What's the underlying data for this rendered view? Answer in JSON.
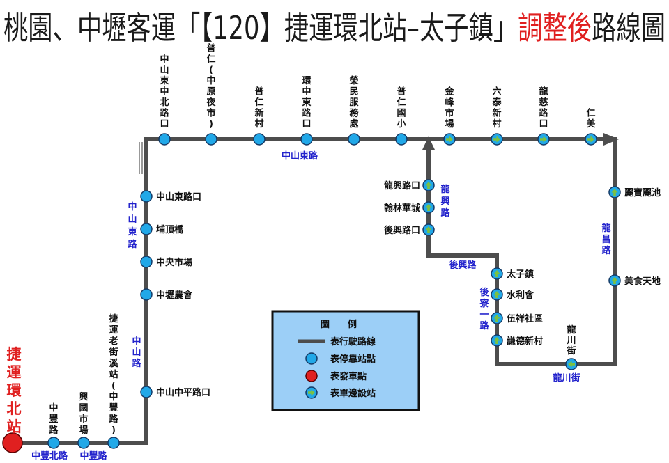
{
  "title": {
    "main": "桃園、中壢客運「【120】捷運環北站–太子鎮」",
    "highlight": "調整後",
    "tail": "路線圖"
  },
  "colors": {
    "route": "#4d4d4d",
    "stop": "#21a8e8",
    "terminal": "#e02020",
    "one_way_arrow": "#7cc142",
    "road_text": "#2222cc",
    "legend_bg": "#9ccff7",
    "title_highlight": "#e02020"
  },
  "terminal": {
    "label": "捷運環北站"
  },
  "stops_bottom": [
    {
      "label": "中豐路"
    },
    {
      "label": "興國市場"
    },
    {
      "label": "捷運老街溪站(中豐路)",
      "red": true
    }
  ],
  "stops_left": [
    {
      "label": "中山中平路口"
    },
    {
      "label": "中壢農會"
    },
    {
      "label": "中央市場"
    },
    {
      "label": "埔頂橋"
    },
    {
      "label": "中山東路口"
    }
  ],
  "stops_top": [
    {
      "label": "中山東中北路口",
      "type": "stop"
    },
    {
      "label": "普仁(中原夜市)",
      "type": "stop"
    },
    {
      "label": "普仁新村",
      "type": "stop"
    },
    {
      "label": "環中東路口",
      "type": "stop"
    },
    {
      "label": "榮民服務處",
      "type": "stop"
    },
    {
      "label": "普仁國小",
      "type": "stop"
    },
    {
      "label": "金峰市場",
      "type": "oneway"
    },
    {
      "label": "六泰新村",
      "type": "oneway"
    },
    {
      "label": "龍慈路口",
      "type": "oneway"
    },
    {
      "label": "仁美",
      "type": "oneway"
    }
  ],
  "stops_right": [
    {
      "label": "麗寶麗池"
    },
    {
      "label": "美食天地"
    }
  ],
  "stops_longchuan": [
    {
      "label": "龍川街"
    }
  ],
  "stops_houzhai": [
    {
      "label": "太子鎮"
    },
    {
      "label": "水利會"
    },
    {
      "label": "伍祥社區"
    },
    {
      "label": "謙德新村"
    }
  ],
  "stops_longxing": [
    {
      "label": "龍興路口"
    },
    {
      "label": "翰林華城"
    },
    {
      "label": "後興路口"
    }
  ],
  "roads": {
    "zhongfeng_north": "中豐北路",
    "zhongfeng": "中豐路",
    "zhongshan": "中山路",
    "zhongshan_east_vertical": "中山東路",
    "zhongshan_east_top": "中山東路",
    "longchang": "龍昌路",
    "longchuan": "龍川街",
    "houzhai_1": "後寮一路",
    "houxing": "後興路",
    "longxing": "龍興路"
  },
  "legend": {
    "title": "圖　　例",
    "items": [
      {
        "kind": "line",
        "label": "表行駛路線"
      },
      {
        "kind": "stop",
        "label": "表停靠站點"
      },
      {
        "kind": "terminal",
        "label": "表發車點"
      },
      {
        "kind": "oneway",
        "label": "表單邊設站"
      }
    ]
  }
}
